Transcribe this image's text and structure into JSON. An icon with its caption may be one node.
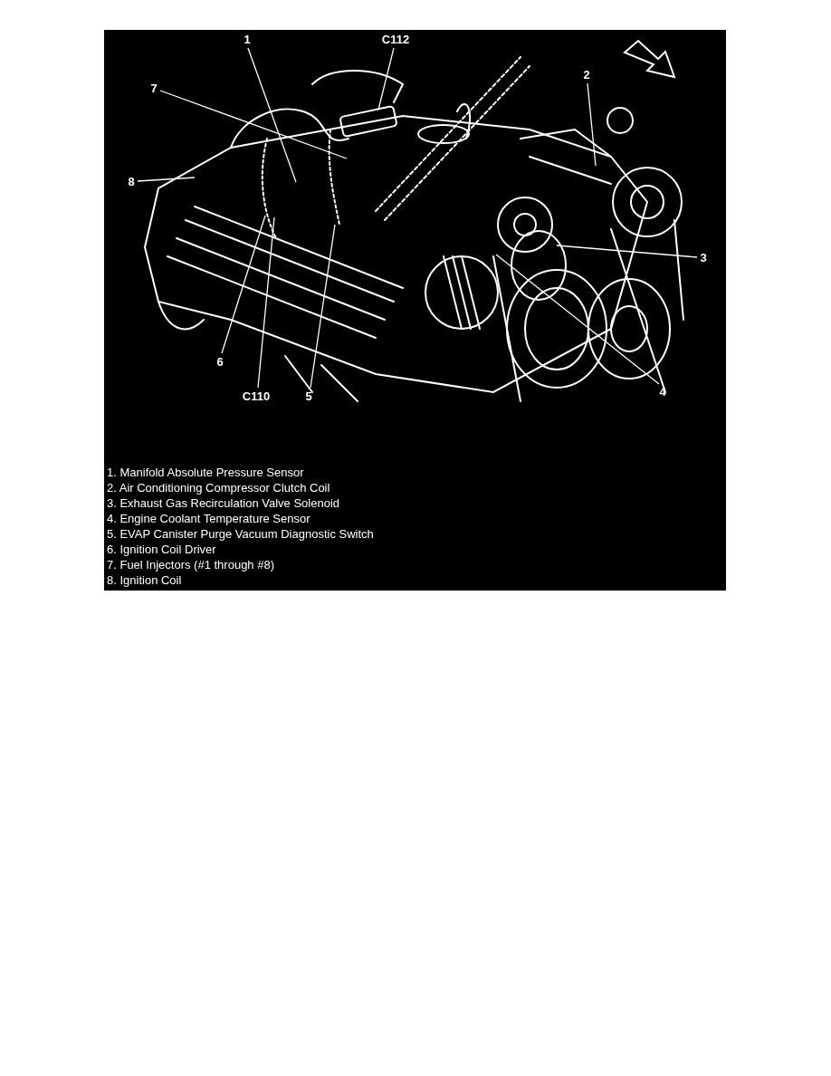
{
  "diagram": {
    "nodes": [
      {
        "text": [
          "1"
        ]
      },
      {
        "text": [
          "C112"
        ]
      },
      {
        "text": [
          "2"
        ]
      },
      {
        "text": [
          "7"
        ]
      },
      {
        "text": [
          "8"
        ]
      },
      {
        "text": [
          "3"
        ]
      },
      {
        "text": [
          "6"
        ]
      },
      {
        "text": [
          "4"
        ]
      },
      {
        "text": [
          "C110"
        ]
      },
      {
        "text": [
          "5"
        ]
      }
    ],
    "edges": [
      {
        "from": 0,
        "to": null,
        "arrow": "none"
      },
      {
        "from": 1,
        "to": null,
        "arrow": "none"
      },
      {
        "from": 2,
        "to": null,
        "arrow": "none"
      },
      {
        "from": 3,
        "to": null,
        "arrow": "none"
      },
      {
        "from": 4,
        "to": null,
        "arrow": "none"
      },
      {
        "from": 5,
        "to": null,
        "arrow": "none"
      },
      {
        "from": 6,
        "to": null,
        "arrow": "none"
      },
      {
        "from": 7,
        "to": null,
        "arrow": "none"
      },
      {
        "from": 8,
        "to": null,
        "arrow": "none"
      },
      {
        "from": 9,
        "to": null,
        "arrow": "none"
      }
    ],
    "labels": [
      "1. Manifold Absolute Pressure Sensor",
      "2. Air Conditioning Compressor Clutch Coil",
      "3. Exhaust Gas Recirculation Valve Solenoid",
      "4. Engine Coolant Temperature Sensor",
      "5. EVAP Canister Purge Vacuum Diagnostic Switch",
      "6. Ignition Coil Driver",
      "7. Fuel Injectors (#1 through #8)",
      "8. Ignition Coil"
    ]
  }
}
